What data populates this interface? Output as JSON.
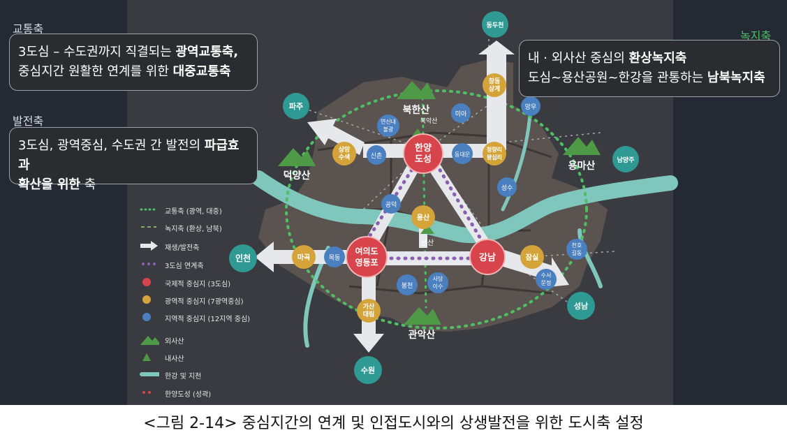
{
  "headings": {
    "transport": "교통축",
    "development": "발전축",
    "green": "녹지축"
  },
  "boxes": {
    "transport": {
      "line1_a": "3도심 – 수도권까지 직결되는 ",
      "line1_b": "광역교통축,",
      "line2_a": "중심지간 원활한 연계를 위한 ",
      "line2_b": "대중교통축"
    },
    "development": {
      "line1_a": "3도심, 광역중심, 수도권 간 발전의 ",
      "line1_b": "파급효과",
      "line2_b": "확산을 위한",
      "line2_a": " 축"
    },
    "green": {
      "line1_a": "내 · 외사산 중심의 ",
      "line1_b": "환상녹지축",
      "line2_a": "도심~용산공원~한강을 관통하는 ",
      "line2_b": "남북녹지축"
    }
  },
  "cities": {
    "paju": "파주",
    "dongducheon": "동두천",
    "namyangju": "남양주",
    "incheon": "인천",
    "seongnam": "성남",
    "suwon": "수원"
  },
  "mountains": {
    "bukhansan": "북한산",
    "deogyangsan": "덕양산",
    "yongmasan": "용마산",
    "gwanaksan": "관악산",
    "bugaksan": "북악산",
    "namsan": "남산"
  },
  "centers": {
    "hanyang": [
      "한양",
      "도성"
    ],
    "yeouido": [
      "여의도",
      "영등포"
    ],
    "gangnam": [
      "강남"
    ]
  },
  "regional": {
    "yongsan": [
      "용산"
    ],
    "sangam": [
      "상암",
      "수색"
    ],
    "changdong": [
      "창동",
      "상계"
    ],
    "cheongnyangni": [
      "청량리",
      "왕십리"
    ],
    "mapo": [
      "마곡"
    ],
    "gasan": [
      "가산",
      "대림"
    ],
    "jamsil": [
      "잠실"
    ]
  },
  "local": {
    "yeonsinnae": [
      "연신내",
      "불광"
    ],
    "sinchon": [
      "신촌"
    ],
    "mia": [
      "미아"
    ],
    "dongdaemun": [
      "동대문"
    ],
    "mangu": [
      "망우"
    ],
    "gongdeok": [
      "공덕"
    ],
    "seongsu": [
      "성수"
    ],
    "mokdong": [
      "목동"
    ],
    "bongcheon": [
      "봉천"
    ],
    "sadang": [
      "사당",
      "이수"
    ],
    "cheonho": [
      "천호",
      "길동"
    ],
    "suseo": [
      "수서",
      "문정"
    ]
  },
  "legend": [
    {
      "symbol": "green-dotted-line",
      "label": "교통축 (광역, 대중)"
    },
    {
      "symbol": "green-dashed-line",
      "label": "녹지축 (환상, 남북)"
    },
    {
      "symbol": "white-arrow",
      "label": "재생/발전축"
    },
    {
      "symbol": "purple-dots",
      "label": "3도심 연계축"
    },
    {
      "symbol": "red-circle",
      "label": "국제적 중심지 (3도심)"
    },
    {
      "symbol": "gold-circle",
      "label": "광역적 중심지 (7광역중심)"
    },
    {
      "symbol": "blue-circle",
      "label": "지역적 중심지 (12지역 중심)"
    },
    {
      "symbol": "outer-mountain",
      "label": "외사산"
    },
    {
      "symbol": "inner-mountain",
      "label": "내사산"
    },
    {
      "symbol": "river",
      "label": "한강 및 지천"
    },
    {
      "symbol": "red-dots",
      "label": "한양도성 (성곽)"
    }
  ],
  "colors": {
    "international": "#d8444b",
    "regional": "#d4a43a",
    "local": "#4a7fc0",
    "city": "#2f9a93",
    "river": "#7fc7bc",
    "mountain": "#4e9a46",
    "green_axis": "#4fbf63",
    "link_axis": "#8a5fb0"
  },
  "caption": "<그림 2-14> 중심지간의 연계 및 인접도시와의 상생발전을 위한 도시축 설정"
}
